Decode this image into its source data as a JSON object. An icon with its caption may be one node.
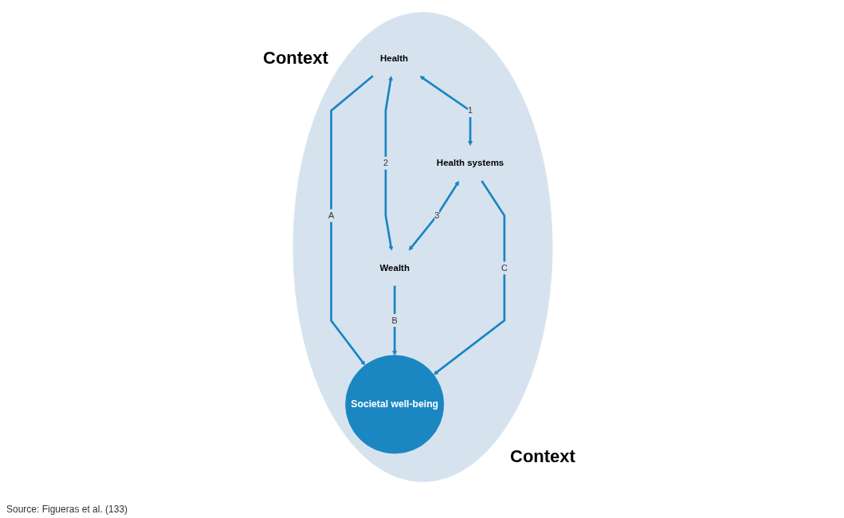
{
  "diagram": {
    "caption": "Source: Figueras et al. (133)",
    "nodes": [
      {
        "text": [],
        "shape": "ellipse"
      },
      {
        "text": [
          "Health systems"
        ],
        "in": 0
      },
      {
        "text": [
          "Societal well-being"
        ],
        "in": 0
      },
      {
        "text": [
          "Health"
        ],
        "in": 0
      },
      {
        "text": [
          "Wealth"
        ],
        "in": 0
      }
    ],
    "edges": [
      {
        "from": 3,
        "to": 1,
        "arrow": "both",
        "label": "1"
      },
      {
        "from": 3,
        "to": 4,
        "arrow": "both",
        "label": "2"
      },
      {
        "from": 1,
        "to": 4,
        "arrow": "both",
        "label": "3"
      },
      {
        "from": 3,
        "to": 2,
        "arrow": "to",
        "label": "A"
      },
      {
        "from": 4,
        "to": 2,
        "arrow": "to",
        "label": "B"
      },
      {
        "from": 1,
        "to": 2,
        "arrow": "to",
        "label": "C"
      }
    ],
    "labels": [
      "Context",
      "Context"
    ]
  }
}
